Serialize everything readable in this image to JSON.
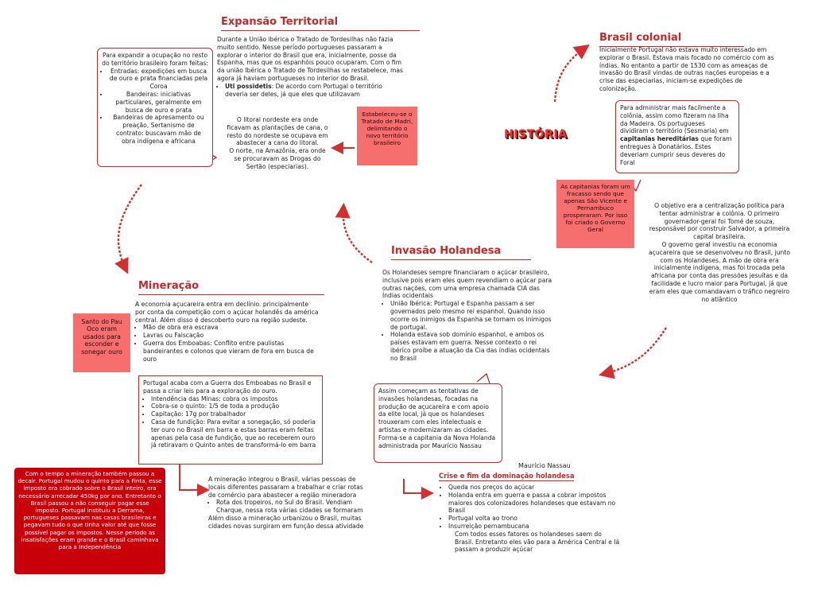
{
  "title": "HISTÓRIA",
  "expansao": {
    "heading": "Expansão Territorial",
    "intro": "Durante a União ibérica o Tratado de Tordesilhas não fazia muito sentido. Nesse período portugueses passaram a explorar o interior do Brasil que era, inicialmente, posse da Espanha, mas que os espanhóis pouco ocuparam. Com o fim da união Ibérica o Tratado de Tordesilhas se restabelece, mas agora já haviam portugueses no interior do Brasil.",
    "bullet_term": "Uti possidetis",
    "bullet_rest": ": De acordo com Portugal o território deveria ser deles, já que eles que utilizavam",
    "litoral": "O litoral nordeste era onde ficavam as plantações de cana, o resto do nordeste se ocupava em abastecer a cana do litoral.",
    "norte": "O norte, na Amazônia, era onde se procuravam as Drogas do Sertão (especiarias).",
    "note": "Estabeleceu-se o Tratado de Madri, delimitando o novo território brasileiro",
    "box": {
      "intro": "Para expandir a ocupação no resto do território brasileiro foram feitas:",
      "items": [
        "Entradas: expedições em busca de ouro e prata financiadas pela Coroa",
        "Bandeiras: iniciativas particulares, geralmente em busca de ouro e prata",
        "Bandeiras de apresamento ou preação, Sertanismo de contrato: buscavam mão de obra indígena e africana"
      ]
    }
  },
  "brasil_colonial": {
    "heading": "Brasil colonial",
    "intro": "Inicialmente Portugal não estava muito interessado em explorar o Brasil. Estava mais focado no comércio com as índias. No entanto a partir de 1530 com as ameaças de invasão do Brasil vindas de outras nações europeias e a crise das especiarias, iniciam-se expedições de colonização.",
    "box_a": "Para administrar mais facilmente a colônia, assim como fizeram na Ilha da Madeira. Os portugueses dividiram o território (Sesmaria) em ",
    "box_term": "capitanias hereditárias",
    "box_b": " que foram entregues à Donatários. Estes deveriam cumprir seus deveres do Foral",
    "note": "As capitanias foram um fracasso sendo que apenas São Vicente e Pernambuco prosperaram. Por isso foi criado o Governo Geral",
    "governo1": "O objetivo era a centralização política para tentar administrar a colônia. O primeiro governador-geral foi Tomé de souza, responsável por construir Salvador, a primeira capital brasileira.",
    "governo2": "O governo geral investiu na economia açucareira que se desenvolveu no Brasil, junto com os Holandeses. A mão de obra era inicialmente indígena, mas foi trocada pela africana por conta das pressões jesuítas e da facilidade e lucro maior para Portugal, já que eram eles que comandavam o tráfico negreiro no atlântico"
  },
  "invasao": {
    "heading": "Invasão Holandesa",
    "intro": "Os Holandeses sempre financiaram o açúcar brasileiro, inclusive pois eram eles quem revendiam o açúcar para outras nações, com uma empresa chamada CIA das Índias ocidentais",
    "items": [
      "União Ibérica: Portugal e Espanha passam a ser governados pelo mesmo rei espanhol. Quando isso ocorre os inimigos da Espanha se tornam os inimigos de portugal.",
      "Holanda estava sob domínio espanhol, e ambos os países estavam em guerra. Nesse contexto o rei ibérico proíbe a atuação da Cia das índias ocidentais no Brasil"
    ],
    "box": "Assim começam as tentativas de invasões holandesas, focadas na produção de açucareira e com apoio da elite local, já que os holandeses trouxeram com eles intelectuais e artistas e modernizaram as cidades. Forma-se a capitania da Nova Holanda administrada por Maurício Nassau",
    "nassau_label": "Maurício Nassau",
    "crise_heading": "Crise e fim da dominação holandesa",
    "crise_items": [
      "Queda nos preços do açúcar",
      "Holanda entra em guerra e passa a cobrar impostos maiores dos colonizadores holandeses que estavam no Brasil",
      "Portugal volta ao trono",
      "Insurreição pernambucana"
    ],
    "crise_end": "Com todos esses fatores os holandeses saem do Brasil. Entretanto eles vão para a América Central e lá passam a produzir açúcar"
  },
  "mineracao": {
    "heading": "Mineração",
    "intro": "A economia açucareira entra em declínio. principalmente por conta da competição com o açúcar holandês da américa central. Além disso é descoberto ouro na região sudeste.",
    "items": [
      "Mão de obra era escrava",
      "Lavras ou Faiscação",
      "Guerra dos Emboabas: Conflito entre paulistas bandeirantes e colonos que vieram de fora em busca de ouro"
    ],
    "note": "Santo do Pau Oco eram usados para esconder e sonegar ouro",
    "box_intro": "Portugal acaba com a Guerra dos Emboabas no Brasil e passa a criar leis para a exploração do ouro.",
    "box_items": [
      "Intendência das Minas: cobra os impostos",
      "Cobra-se o quinto: 1/5 de toda a produção",
      "Capitação: 17g por trabalhador",
      "Casa de fundição: Para evitar a sonegação, só poderia ter ouro no Brasil em barra e estas barras eram feitas apenas pela casa de fundição, que ao receberem ouro já retiravam o Quinto antes de transformá-lo em barra"
    ],
    "dark_note": "Com o tempo a mineração também passou a decair. Portugal mudou o quinto para a Finta, esse imposto era cobrado sobre o Brasil inteiro, era necessário arrecadar 450kg por ano. Entretanto o Brasil passou a não conseguir pagar esse imposto. Portugal instituiu a Derrama, portugueses passavam nas casas brasileiras e pegavam tudo o que tinha valor até que fosse possível pagar os impostos. Nesse período as insatisfações eram grande e o Brasil caminhava para a Independência",
    "integrou": "A mineração integrou o Brasil, várias pessoas de locais diferentes passaram a trabalhar e criar rotas de comércio para abastecer a região mineradora",
    "integrou_item": "Rota dos tropeiros, no Sul do Brasil. Vendiam Charque, nessa rota várias cidades se formaram",
    "integrou_end": "Além disso a mineração urbanizou o Brasil, muitas cidades novas surgiram em função dessa atividade"
  },
  "colors": {
    "accent": "#c62828",
    "note": "#f76e6e",
    "note_dark": "#c8000a"
  }
}
